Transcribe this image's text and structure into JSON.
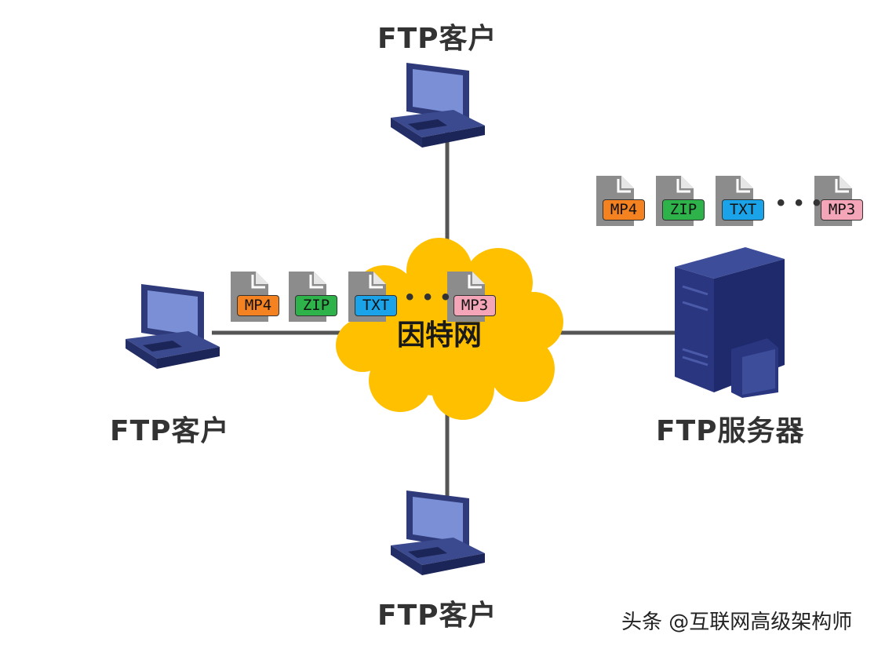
{
  "nodes": {
    "client_top": "FTP客户",
    "client_left": "FTP客户",
    "client_bottom": "FTP客户",
    "server": "FTP服务器",
    "internet": "因特网"
  },
  "file_groups": {
    "client_files": [
      "MP4",
      "ZIP",
      "TXT",
      "MP3"
    ],
    "server_files": [
      "MP4",
      "ZIP",
      "TXT",
      "MP3"
    ],
    "ellipsis": "• • •"
  },
  "file_colors": {
    "MP4": "#f58220",
    "ZIP": "#2db34a",
    "TXT": "#1aa3e8",
    "MP3": "#f4a6b8"
  },
  "colors": {
    "cloud": "#ffc000",
    "line": "#555555",
    "computer": "#2e3a7a",
    "file_icon": "#8c8c8c"
  },
  "watermark": "头条 @互联网高级架构师"
}
